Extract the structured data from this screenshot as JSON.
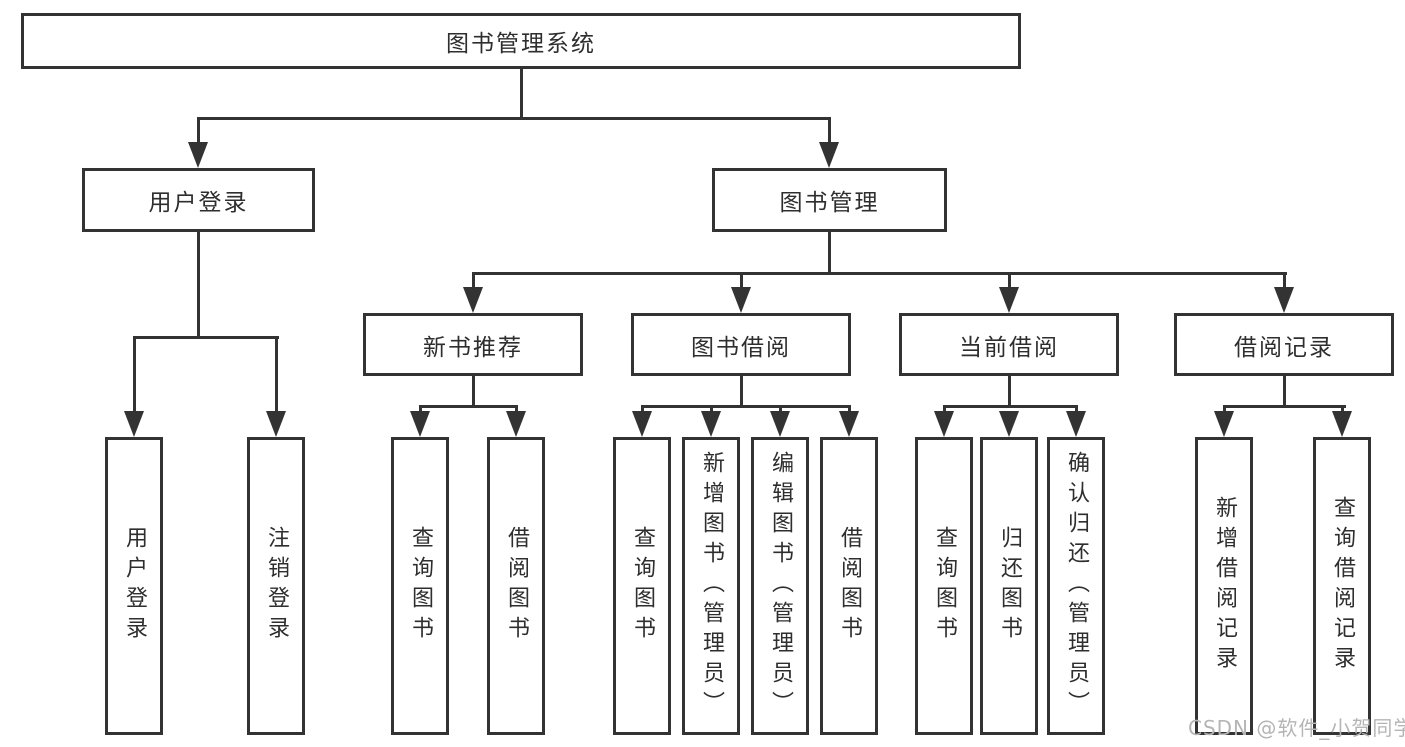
{
  "diagram": {
    "root": "图书管理系统",
    "level2": {
      "user_login": "用户登录",
      "book_management": "图书管理"
    },
    "level3": {
      "new_book_recommend": "新书推荐",
      "book_borrow": "图书借阅",
      "current_borrow": "当前借阅",
      "borrow_records": "借阅记录"
    },
    "leaves": {
      "user_login": [
        "用户登录",
        "注销登录"
      ],
      "new_book_recommend": [
        "查询图书",
        "借阅图书"
      ],
      "book_borrow": [
        "查询图书",
        "新增图书（管理员）",
        "编辑图书（管理员）",
        "借阅图书"
      ],
      "current_borrow": [
        "查询图书",
        "归还图书",
        "确认归还（管理员）"
      ],
      "borrow_records": [
        "新增借阅记录",
        "查询借阅记录"
      ]
    }
  },
  "watermark": {
    "text": "CSDN @软件_小贺同学",
    "color": "#b5b5b5"
  },
  "colors": {
    "line": "#333333",
    "background": "#ffffff"
  }
}
